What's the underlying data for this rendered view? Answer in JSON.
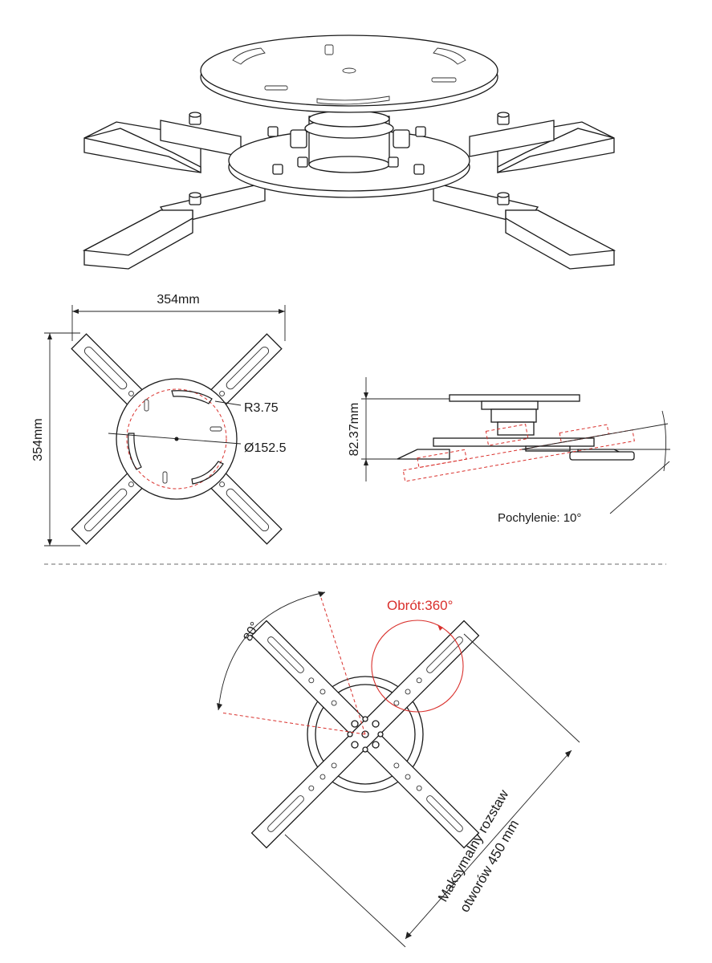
{
  "labels": {
    "width": "354mm",
    "height_left": "354mm",
    "radius": "R3.75",
    "diameter": "Ø152.5",
    "height_side": "82.37mm",
    "tilt": "Pochylenie: 10°",
    "rotation": "Obrót:360°",
    "angle": "80°",
    "max_spacing_line1": "Maksymalny rozstaw",
    "max_spacing_line2": "otworów 450 mm"
  },
  "colors": {
    "line": "#1a1a1a",
    "accent_red": "#d9302c",
    "divider": "#888888",
    "background": "#ffffff"
  }
}
